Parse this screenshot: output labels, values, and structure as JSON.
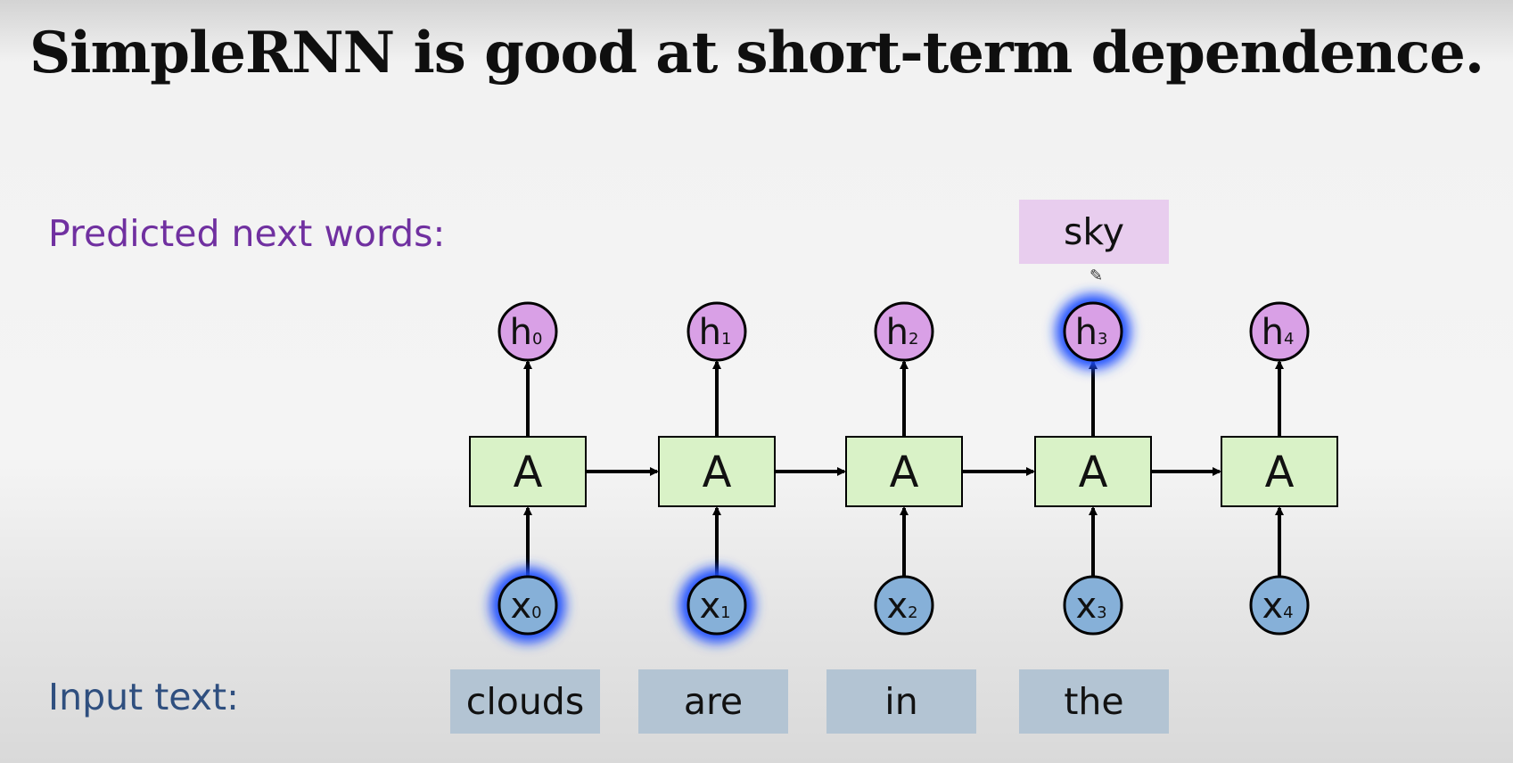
{
  "title": "SimpleRNN is good at short-term dependence.",
  "predicted_label": "Predicted next words:",
  "input_label": "Input text:",
  "predicted_word": "sky",
  "input_words": [
    "clouds",
    "are",
    "in",
    "the"
  ],
  "cells": [
    {
      "label": "A",
      "h_main": "h",
      "h_sub": "0",
      "x_main": "x",
      "x_sub": "0",
      "h_glow": false,
      "x_glow": true
    },
    {
      "label": "A",
      "h_main": "h",
      "h_sub": "1",
      "x_main": "x",
      "x_sub": "1",
      "h_glow": false,
      "x_glow": true
    },
    {
      "label": "A",
      "h_main": "h",
      "h_sub": "2",
      "x_main": "x",
      "x_sub": "2",
      "h_glow": false,
      "x_glow": false
    },
    {
      "label": "A",
      "h_main": "h",
      "h_sub": "3",
      "x_main": "x",
      "x_sub": "3",
      "h_glow": true,
      "x_glow": false
    },
    {
      "label": "A",
      "h_main": "h",
      "h_sub": "4",
      "x_main": "x",
      "x_sub": "4",
      "h_glow": false,
      "x_glow": false
    }
  ],
  "colors": {
    "cell_fill": "#d9f2c7",
    "h_fill": "#d9a0e6",
    "x_fill": "#86b0d8",
    "glow": "#1a4dff",
    "predicted_box": "#e8cdee",
    "input_box": "#b3c4d3"
  }
}
